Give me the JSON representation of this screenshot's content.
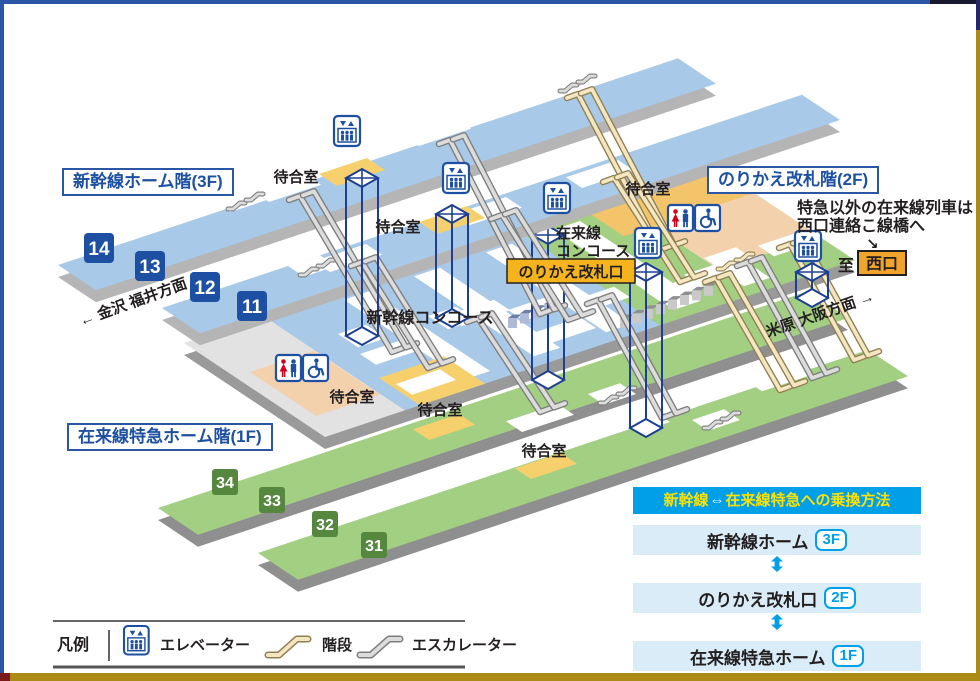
{
  "floors": {
    "f3": "新幹線ホーム階(3F)",
    "f2": "のりかえ改札階(2F)",
    "f1": "在来線特急ホーム階(1F)"
  },
  "platforms": {
    "shinkansen": [
      "14",
      "13",
      "12",
      "11"
    ],
    "local": [
      "34",
      "33",
      "32",
      "31"
    ]
  },
  "labels": {
    "waiting_room": "待合室",
    "shinkansen_concourse": "新幹線コンコース",
    "local_concourse_line1": "在来線",
    "local_concourse_line2": "コンコース",
    "transfer_gate": "のりかえ改札口",
    "dir_kanazawa": "← 金沢 福井方面",
    "dir_maibara": "米原 大阪方面 →",
    "west_note_line1": "特急以外の在来線列車は",
    "west_note_line2": "西口連絡こ線橋へ",
    "arrow_se": "↘",
    "to_prefix": "至",
    "west_exit": "西口"
  },
  "legend": {
    "title": "凡例",
    "elevator": "エレベーター",
    "stairs": "階段",
    "escalator": "エスカレーター"
  },
  "transfer_panel": {
    "title_left": "新幹線",
    "title_arrow": "⇔",
    "title_right": "在来線特急への乗換方法",
    "rows": [
      {
        "label": "新幹線ホーム",
        "floor": "3F"
      },
      {
        "label": "のりかえ改札口",
        "floor": "2F"
      },
      {
        "label": "在来線特急ホーム",
        "floor": "1F"
      }
    ]
  },
  "colors": {
    "accent_cyan": "#00a0e9",
    "header_text_yellow": "#ffe100",
    "shinkansen_blue": "#a9c9e9",
    "local_green": "#a3cf83",
    "badge_blue": "#1d50a2",
    "badge_green": "#55883e",
    "waiting_yellow": "#f7d06e",
    "restroom_peach": "#f4d1ad",
    "gate_label_orange": "#f5b41d",
    "west_exit_orange": "#f0a42c"
  }
}
